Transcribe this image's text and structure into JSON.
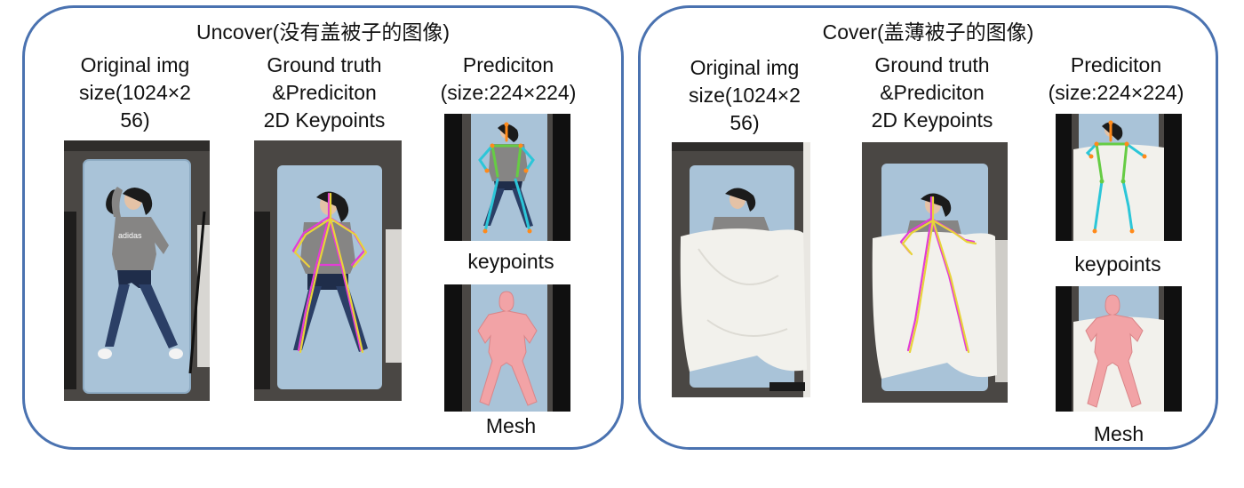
{
  "panels": {
    "uncover": {
      "title": "Uncover(没有盖被子的图像)",
      "col1_label": [
        "Original img",
        "size(1024×2",
        "56)"
      ],
      "col2_label": [
        "Ground truth",
        "&Prediciton",
        "2D Keypoints"
      ],
      "col3_label": [
        "Prediciton",
        "(size:224×224)"
      ],
      "keypoints_label": "keypoints",
      "mesh_label": "Mesh",
      "shirt_text": "adidas"
    },
    "cover": {
      "title": "Cover(盖薄被子的图像)",
      "col1_label": [
        "Original img",
        "size(1024×2",
        "56)"
      ],
      "col2_label": [
        "Ground truth",
        "&Prediciton",
        "2D Keypoints"
      ],
      "col3_label": [
        "Prediciton",
        "(size:224×224)"
      ],
      "keypoints_label": "keypoints",
      "mesh_label": "Mesh"
    }
  },
  "colors": {
    "border": "#4a72b0",
    "mattress": "#a9c3d8",
    "floor": "#4a4744",
    "sheet": "#f2f1ec",
    "mesh": "#f2a3a6",
    "gt_skeleton": "#e23dd5",
    "pred_skeleton": "#e8d33a",
    "kp_limb": "#2cc6d8",
    "kp_torso": "#66cc44",
    "kp_joint": "#ff8a1a"
  }
}
